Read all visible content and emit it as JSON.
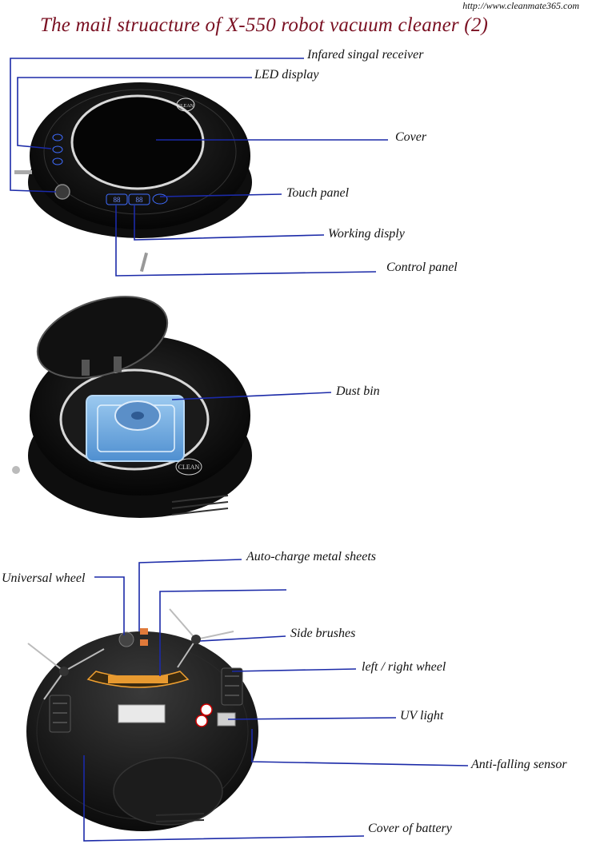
{
  "url": "http://www.cleanmate365.com",
  "title": "The mail struacture of X-550 robot vacuum cleaner (2)",
  "section1": {
    "labels": {
      "infrared": "Infared singal receiver",
      "led": "LED  display",
      "cover": "Cover",
      "touch": "Touch panel",
      "working": "Working disply",
      "control": "Control panel"
    },
    "device_text": {
      "clean": "CLEAN",
      "digits": "88",
      "digits2": "88"
    }
  },
  "section2": {
    "labels": {
      "dust_bin": "Dust bin"
    },
    "device_text": {
      "clean": "CLEAN"
    }
  },
  "section3": {
    "labels": {
      "universal_wheel": "Universal wheel",
      "auto_charge": "Auto-charge metal sheets",
      "side_brushes": "Side brushes",
      "wheels": "left / right wheel",
      "uv_light": "UV light",
      "anti_falling": "Anti-falling sensor",
      "battery_cover": "Cover of battery"
    }
  },
  "colors": {
    "title": "#7a1022",
    "leader_lines": "#1b2aa8",
    "bin": "#6aa7dd",
    "robot": "#111111"
  }
}
